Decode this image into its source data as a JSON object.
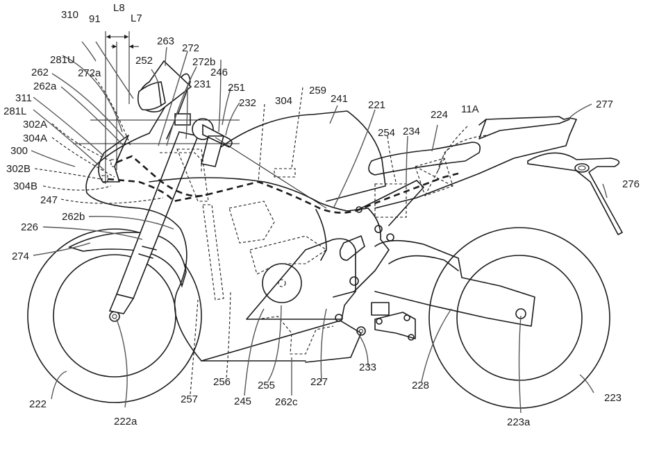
{
  "figure": {
    "type": "patent-drawing",
    "subject": "motorcycle side view",
    "colors": {
      "ink": "#1a1a1a",
      "background": "#ffffff"
    },
    "dimensions": {
      "L8": "L8",
      "L7": "L7"
    },
    "labels": {
      "310": "310",
      "91": "91",
      "263": "263",
      "272": "272",
      "252": "252",
      "281U": "281U",
      "272a": "272a",
      "272b": "272b",
      "246": "246",
      "262": "262",
      "262a": "262a",
      "231": "231",
      "251": "251",
      "232": "232",
      "311": "311",
      "281L": "281L",
      "302A": "302A",
      "304A": "304A",
      "300": "300",
      "302B": "302B",
      "304B": "304B",
      "247": "247",
      "262b": "262b",
      "226": "226",
      "274": "274",
      "304": "304",
      "259": "259",
      "241": "241",
      "221": "221",
      "254": "254",
      "234": "234",
      "224": "224",
      "11A": "11A",
      "277": "277",
      "276": "276",
      "222": "222",
      "222a": "222a",
      "257": "257",
      "256": "256",
      "245": "245",
      "255": "255",
      "262c": "262c",
      "227": "227",
      "233": "233",
      "228": "228",
      "223": "223",
      "223a": "223a"
    }
  }
}
